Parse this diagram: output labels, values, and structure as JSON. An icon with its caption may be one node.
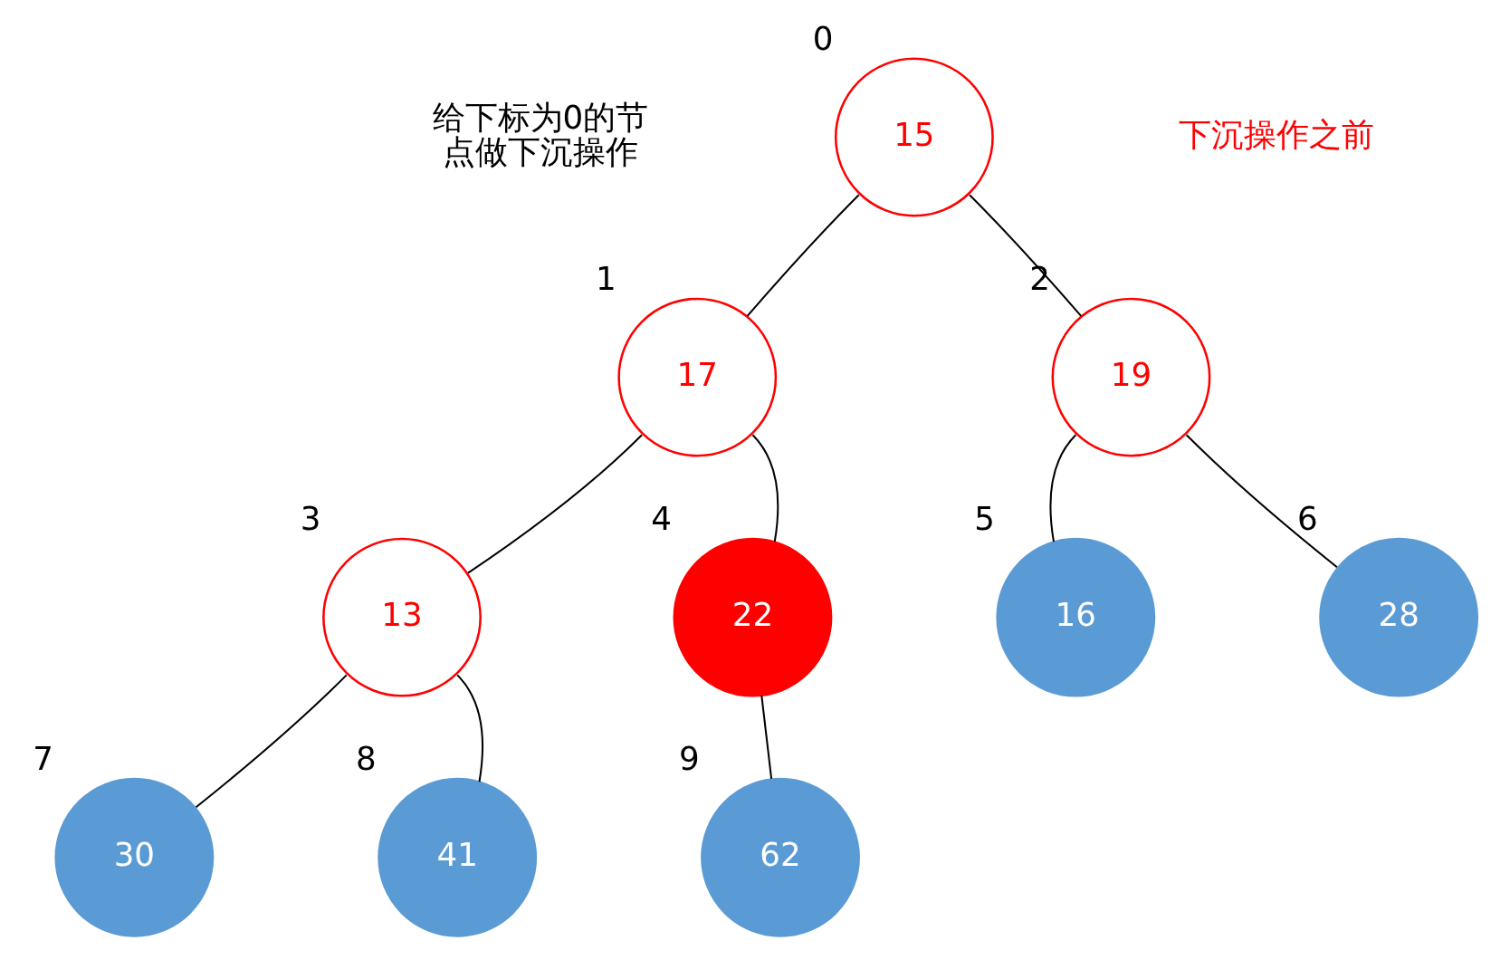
{
  "diagram": {
    "nodes": [
      {
        "text": [
          "15"
        ],
        "beside": [
          "0"
        ]
      },
      {
        "text": [
          "17"
        ],
        "beside": [
          "1"
        ]
      },
      {
        "text": [
          "19"
        ],
        "beside": [
          "2"
        ]
      },
      {
        "text": [
          "13"
        ],
        "beside": [
          "3"
        ]
      },
      {
        "text": [
          "22"
        ],
        "beside": [
          "4"
        ]
      },
      {
        "text": [
          "16"
        ],
        "beside": [
          "5"
        ]
      },
      {
        "text": [
          "28"
        ],
        "beside": [
          "6"
        ]
      },
      {
        "text": [
          "30"
        ],
        "beside": [
          "7"
        ]
      },
      {
        "text": [
          "41"
        ],
        "beside": [
          "8"
        ]
      },
      {
        "text": [
          "62"
        ],
        "beside": [
          "9"
        ]
      }
    ],
    "edges": [
      {
        "from": 0,
        "to": 1,
        "arrow": "none"
      },
      {
        "from": 0,
        "to": 2,
        "arrow": "none"
      },
      {
        "from": 1,
        "to": 3,
        "arrow": "none"
      },
      {
        "from": 1,
        "to": 4,
        "arrow": "none"
      },
      {
        "from": 2,
        "to": 5,
        "arrow": "none"
      },
      {
        "from": 2,
        "to": 6,
        "arrow": "none"
      },
      {
        "from": 3,
        "to": 7,
        "arrow": "none"
      },
      {
        "from": 3,
        "to": 8,
        "arrow": "none"
      },
      {
        "from": 4,
        "to": 9,
        "arrow": "none"
      }
    ],
    "labels": [
      "给下标为0的节点做下沉操作",
      "下沉操作之前"
    ]
  }
}
